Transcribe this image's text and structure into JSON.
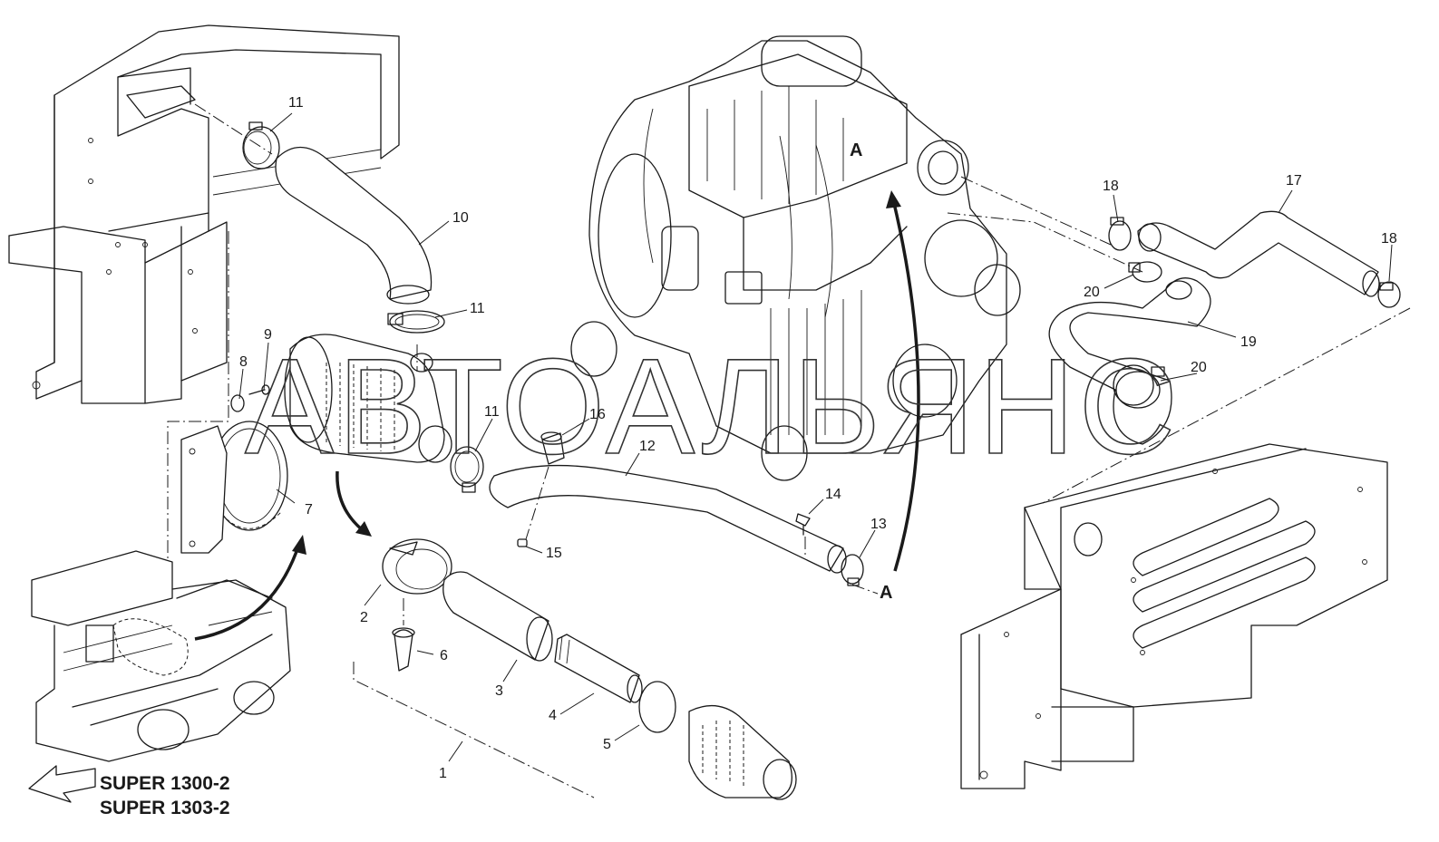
{
  "watermark": "АВТОАЛЬЯНС",
  "view_marker": "A",
  "models": [
    "SUPER 1300-2",
    "SUPER 1303-2"
  ],
  "callouts": [
    "1",
    "2",
    "3",
    "4",
    "5",
    "6",
    "7",
    "8",
    "9",
    "10",
    "11",
    "12",
    "13",
    "14",
    "15",
    "16",
    "17",
    "18",
    "19",
    "20"
  ]
}
